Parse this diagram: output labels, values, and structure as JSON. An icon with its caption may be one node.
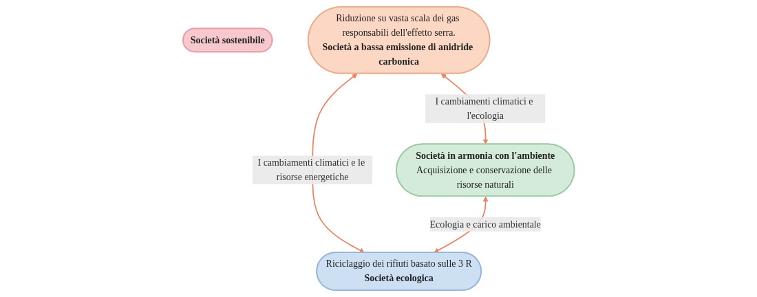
{
  "diagram": {
    "nodes": [
      {
        "text": [
          "Società sostenibile"
        ]
      },
      {
        "text": [
          "Riduzione su vasta scala dei gas responsabili dell'effetto serra.",
          "Società a bassa emissione di anidride carbonica"
        ]
      },
      {
        "text": [
          "Riciclaggio dei rifiuti basato sulle 3 R",
          "Società ecologica"
        ]
      },
      {
        "text": [
          "Società in armonia con l'ambiente",
          "Acquisizione e conservazione delle risorse naturali"
        ]
      }
    ],
    "edges": [
      {
        "from": 1,
        "to": 2,
        "arrow": "both",
        "label": "I cambiamenti climatici e le risorse energetiche"
      },
      {
        "from": 1,
        "to": 3,
        "arrow": "both",
        "label": "I cambiamenti climatici e l'ecologia"
      },
      {
        "from": 3,
        "to": 2,
        "arrow": "both",
        "label": "Ecologia e carico ambientale"
      }
    ]
  }
}
